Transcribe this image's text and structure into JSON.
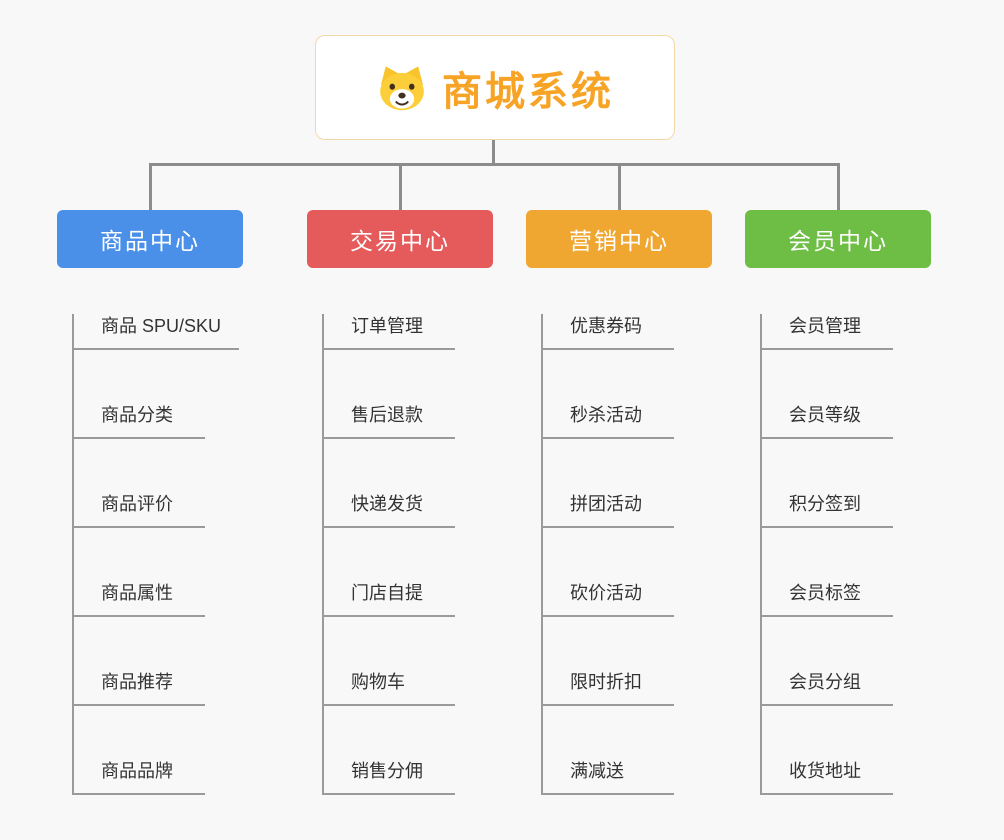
{
  "root": {
    "title": "商城系统",
    "icon": "shiba-dog-icon",
    "title_color": "#f7a426",
    "border_color": "#f3d9a6"
  },
  "connector_color": "#8c8c8c",
  "branches": [
    {
      "label": "商品中心",
      "color": "#4a90e8",
      "children": [
        "商品 SPU/SKU",
        "商品分类",
        "商品评价",
        "商品属性",
        "商品推荐",
        "商品品牌"
      ]
    },
    {
      "label": "交易中心",
      "color": "#e55b5b",
      "children": [
        "订单管理",
        "售后退款",
        "快递发货",
        "门店自提",
        "购物车",
        "销售分佣"
      ]
    },
    {
      "label": "营销中心",
      "color": "#efa732",
      "children": [
        "优惠券码",
        "秒杀活动",
        "拼团活动",
        "砍价活动",
        "限时折扣",
        "满减送"
      ]
    },
    {
      "label": "会员中心",
      "color": "#6ebe45",
      "children": [
        "会员管理",
        "会员等级",
        "积分签到",
        "会员标签",
        "会员分组",
        "收货地址"
      ]
    }
  ]
}
